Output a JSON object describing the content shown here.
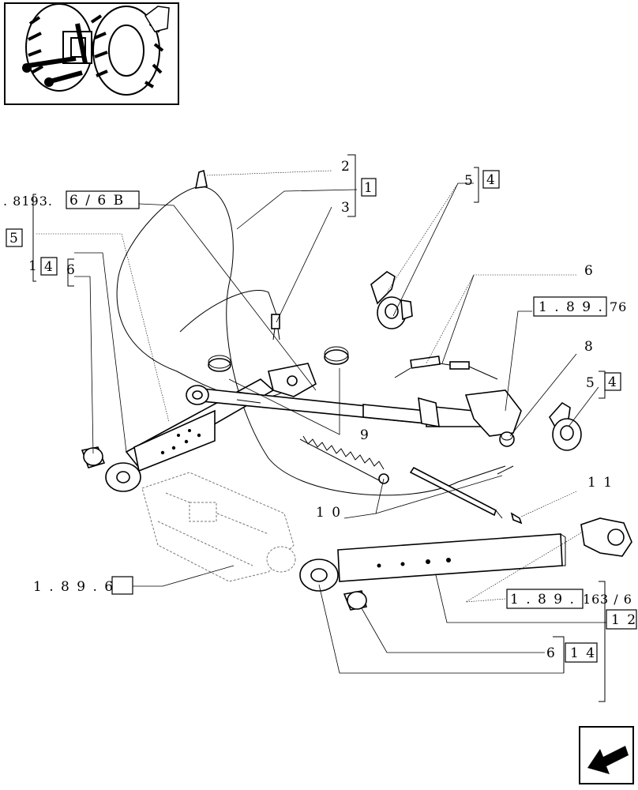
{
  "callouts": {
    "c2": "2",
    "c1": "1",
    "c3": "3",
    "c8193": ". 8193.",
    "c6_6b": "6 / 6 B",
    "c5_left": "5",
    "c1_left": "1",
    "c4_left": "4",
    "c6_left": "6",
    "c5_top": "5",
    "c4_top": "4",
    "c6_right": "6",
    "c1_89_76_a": "1 . 8 9 .",
    "c1_89_76_b": "76",
    "c8": "8",
    "c5_mid": "5",
    "c4_mid": "4",
    "c9": "9",
    "c10": "1 0",
    "c11": "1 1",
    "c1_89_6_a": "1 . 8 9 . 6",
    "c1_89_16_a": "1 . 8 9 .",
    "c1_89_16_b": "16",
    "c1_89_16_c": "3 / 6",
    "c12": "1 2",
    "c6_bottom": "6",
    "c14_bottom": "1 4"
  },
  "icons": {
    "thumbnail": "tractor-rear-hitch-thumbnail",
    "nav": "next-page-arrow-icon"
  }
}
